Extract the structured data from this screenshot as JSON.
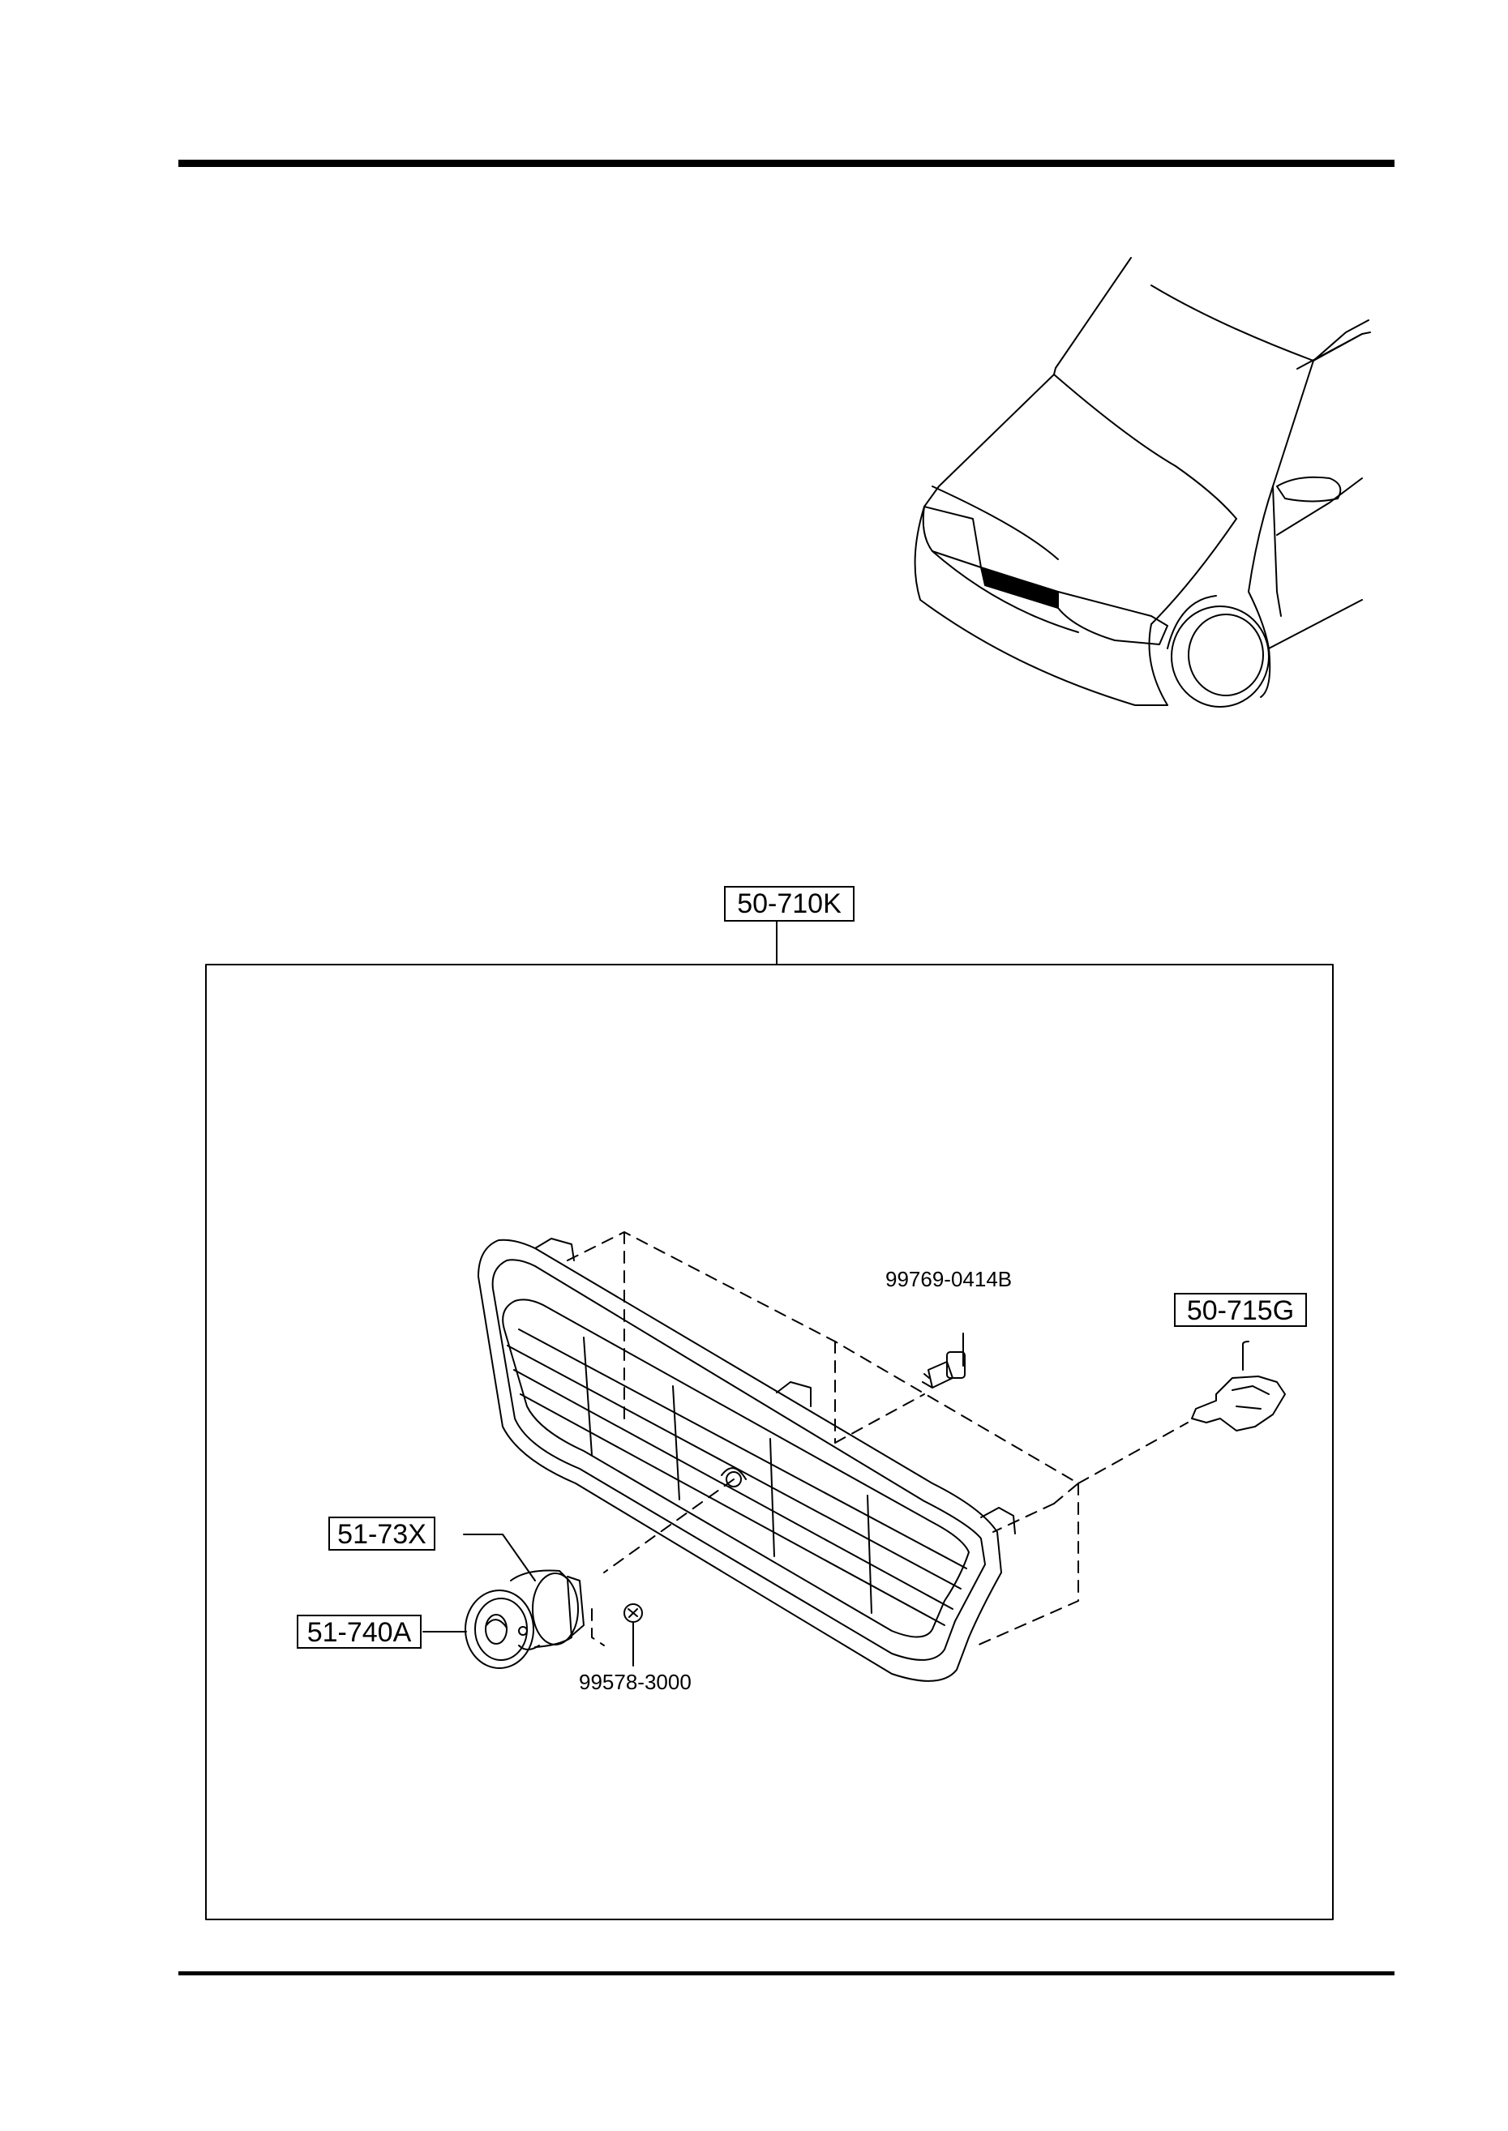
{
  "diagram": {
    "assembly_callout": "50-710K",
    "callouts": {
      "bracket": "50-715G",
      "emblem_base": "51-73X",
      "emblem": "51-740A"
    },
    "part_numbers": {
      "screw": "99769-0414B",
      "clip": "99578-3000"
    }
  }
}
